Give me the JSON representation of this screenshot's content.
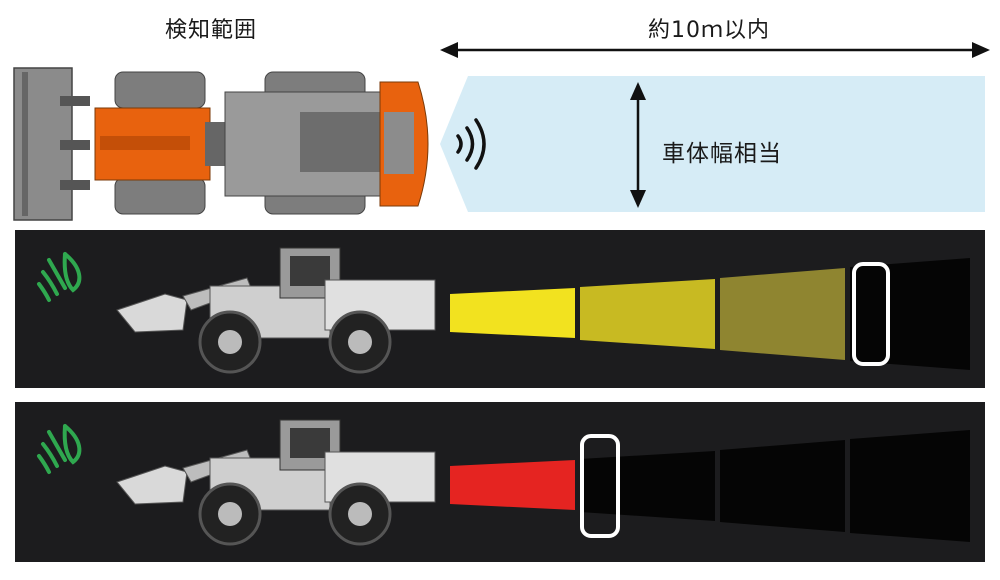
{
  "labels": {
    "detection_range": "検知範囲",
    "distance": "約10ｍ以内",
    "vehicle_width": "車体幅相当"
  },
  "colors": {
    "detection_zone": "#d6ecf6",
    "machine_orange": "#e8620e",
    "machine_gray": "#8c8c8c",
    "sensor_icon": "#2fa84f",
    "zone_yellow_near": "#f2e21f",
    "zone_yellow_mid": "#c8ba22",
    "zone_yellow_far": "#8f8530",
    "zone_red": "#e52421",
    "zone_inactive": "#050505",
    "panel_bg": "#1c1c1e",
    "marker": "#ffffff"
  },
  "panels": [
    {
      "state": "warning",
      "active_zone_colors": [
        "#f2e21f",
        "#c8ba22",
        "#8f8530"
      ],
      "marker_zone_index": 4
    },
    {
      "state": "danger",
      "active_zone_colors": [
        "#e52421"
      ],
      "marker_zone_index": 2
    }
  ]
}
